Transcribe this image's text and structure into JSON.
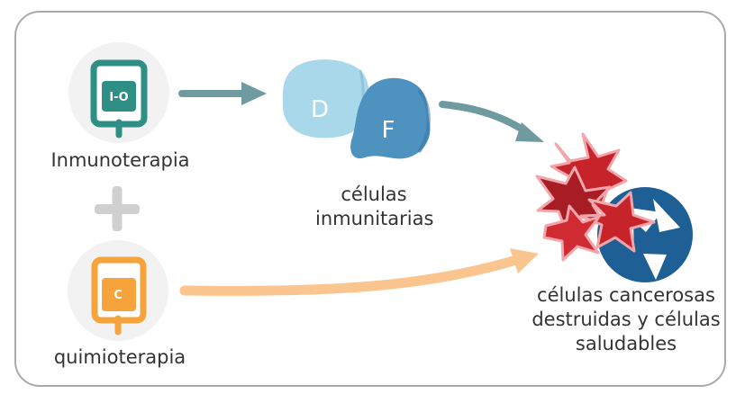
{
  "diagram": {
    "inmunoterapia": {
      "label": "Inmunoterapia",
      "bag_letter": "I-O"
    },
    "quimioterapia": {
      "label": "quimioterapia",
      "bag_letter": "C"
    },
    "immune_cells": {
      "label": "células inmunitarias",
      "cell_d": "D",
      "cell_f": "F"
    },
    "result": {
      "label": "células cancerosas destruidas y células saludables"
    },
    "colors": {
      "frame": "#aaaaaa",
      "io_green": "#2f8f85",
      "chemo_orange": "#f5a33a",
      "gray_arrow": "#6f9aa0",
      "orange_arrow": "#fbc58f",
      "cell_blue_light": "#a8d8ea",
      "cell_blue": "#4e92c0",
      "cancer_red": "#c6232b",
      "healthy_blue": "#1e5f95"
    }
  }
}
